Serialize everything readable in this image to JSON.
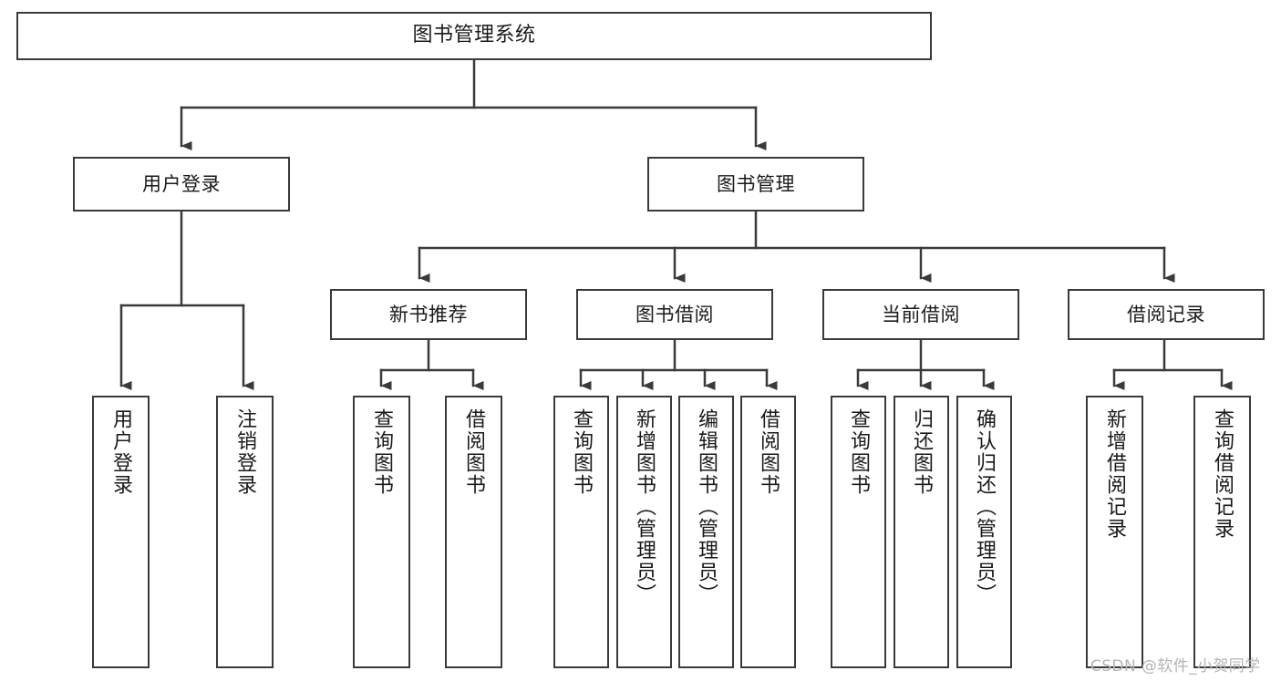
{
  "diagram": {
    "type": "tree-hierarchy",
    "title": "图书管理系统",
    "orientation": "top-down",
    "style": {
      "box_border_color": "#3a3a3a",
      "box_fill_color": "#ffffff",
      "line_color": "#3a3a3a",
      "text_color": "#1a1a1a",
      "background": "#ffffff"
    },
    "levels": [
      {
        "level": 1,
        "nodes": [
          "图书管理系统"
        ]
      },
      {
        "level": 2,
        "nodes": [
          "用户登录",
          "图书管理"
        ]
      },
      {
        "level": 3,
        "nodes": [
          "新书推荐",
          "图书借阅",
          "当前借阅",
          "借阅记录"
        ]
      },
      {
        "level": 4,
        "nodes": [
          "用户登录",
          "注销登录",
          "查询图书",
          "借阅图书",
          "查询图书",
          "新增图书（管理员）",
          "编辑图书（管理员）",
          "借阅图书",
          "查询图书",
          "归还图书",
          "确认归还（管理员）",
          "新增借阅记录",
          "查询借阅记录"
        ]
      }
    ]
  },
  "root": {
    "label": "图书管理系统"
  },
  "level2": [
    {
      "id": "user-login",
      "label": "用户登录"
    },
    {
      "id": "book-management",
      "label": "图书管理"
    }
  ],
  "level3": [
    {
      "id": "new-book-recommend",
      "label": "新书推荐",
      "parent": "book-management"
    },
    {
      "id": "book-borrow",
      "label": "图书借阅",
      "parent": "book-management"
    },
    {
      "id": "current-borrow",
      "label": "当前借阅",
      "parent": "book-management"
    },
    {
      "id": "borrow-record",
      "label": "借阅记录",
      "parent": "book-management"
    }
  ],
  "leaves": [
    {
      "id": "leaf-user-login",
      "label": "用户登录",
      "parent": "user-login"
    },
    {
      "id": "leaf-logout",
      "label": "注销登录",
      "parent": "user-login"
    },
    {
      "id": "leaf-query-book-1",
      "label": "查询图书",
      "parent": "new-book-recommend"
    },
    {
      "id": "leaf-borrow-book-1",
      "label": "借阅图书",
      "parent": "new-book-recommend"
    },
    {
      "id": "leaf-query-book-2",
      "label": "查询图书",
      "parent": "book-borrow"
    },
    {
      "id": "leaf-add-book",
      "label": "新增图书（管理员）",
      "parent": "book-borrow"
    },
    {
      "id": "leaf-edit-book",
      "label": "编辑图书（管理员）",
      "parent": "book-borrow"
    },
    {
      "id": "leaf-borrow-book-2",
      "label": "借阅图书",
      "parent": "book-borrow"
    },
    {
      "id": "leaf-query-book-3",
      "label": "查询图书",
      "parent": "current-borrow"
    },
    {
      "id": "leaf-return-book",
      "label": "归还图书",
      "parent": "current-borrow"
    },
    {
      "id": "leaf-confirm-return",
      "label": "确认归还（管理员）",
      "parent": "current-borrow"
    },
    {
      "id": "leaf-add-record",
      "label": "新增借阅记录",
      "parent": "borrow-record"
    },
    {
      "id": "leaf-query-record",
      "label": "查询借阅记录",
      "parent": "borrow-record"
    }
  ],
  "watermark": {
    "text": "CSDN @软件_小贺同学"
  }
}
